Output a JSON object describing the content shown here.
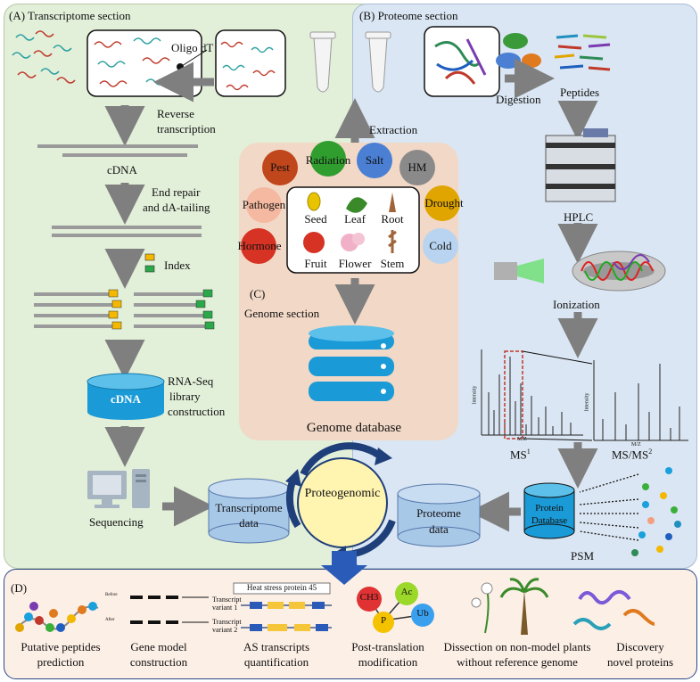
{
  "sections": {
    "transcriptome": "(A)  Transcriptome section",
    "proteome": "(B)  Proteome section",
    "genome": "(C)",
    "genome_label": "Genome section",
    "applications": "(D)"
  },
  "transcriptome": {
    "oligo": "Oligo dT",
    "reverse1": "Reverse",
    "reverse2": "transcription",
    "cdna": "cDNA",
    "repair1": "End repair",
    "repair2": "and dA-tailing",
    "index": "Index",
    "cdna_db": "cDNA",
    "lib1": "RNA-Seq",
    "lib2": "library",
    "lib3": "construction",
    "sequencing": "Sequencing",
    "transcriptome_data1": "Transcriptome",
    "transcriptome_data2": "data"
  },
  "genome": {
    "extraction": "Extraction",
    "stresses": [
      "Pest",
      "Radiation",
      "Salt",
      "HM",
      "Pathogen",
      "Drought",
      "Hormone",
      "Cold"
    ],
    "stress_colors": {
      "Pest": "#c0461b",
      "Radiation": "#2f9e2f",
      "Salt": "#4a7fd4",
      "HM": "#8a8a8a",
      "Pathogen": "#f4b9a0",
      "Drought": "#e0a500",
      "Hormone": "#d63324",
      "Cold": "#b8d4f0"
    },
    "tissues": [
      "Seed",
      "Leaf",
      "Root",
      "Fruit",
      "Flower",
      "Stem"
    ],
    "database": "Genome database"
  },
  "proteome": {
    "digestion": "Digestion",
    "peptides": "Peptides",
    "hplc": "HPLC",
    "ionization": "Ionization",
    "intensity": "Intensity",
    "mz": "M/Z",
    "ms1": "MS",
    "ms1_sup": "1",
    "ms2": "MS/MS",
    "ms2_sup": "2",
    "protein_db1": "Protein",
    "protein_db2": "Database",
    "psm": "PSM",
    "proteome_data1": "Proteome",
    "proteome_data2": "data"
  },
  "center": {
    "label": "Proteogenomic"
  },
  "applications": {
    "items": [
      {
        "l1": "Putative peptides",
        "l2": "prediction"
      },
      {
        "l1": "Gene model",
        "l2": "construction"
      },
      {
        "l1": "AS transcripts",
        "l2": "quantification"
      },
      {
        "l1": "Post-translation",
        "l2": "modification"
      },
      {
        "l1": "Dissection on non-model plants",
        "l2": "without reference genome"
      },
      {
        "l1": "Discovery",
        "l2": "novel proteins"
      }
    ],
    "gene_model": {
      "before": "Before",
      "after": "After"
    },
    "as_title": "Heat stress protein 45",
    "variant1a": "Transcript",
    "variant1b": "variant 1",
    "variant2a": "Transcript",
    "variant2b": "variant 2",
    "ptm": [
      "CH3",
      "Ac",
      "P",
      "Ub"
    ]
  }
}
